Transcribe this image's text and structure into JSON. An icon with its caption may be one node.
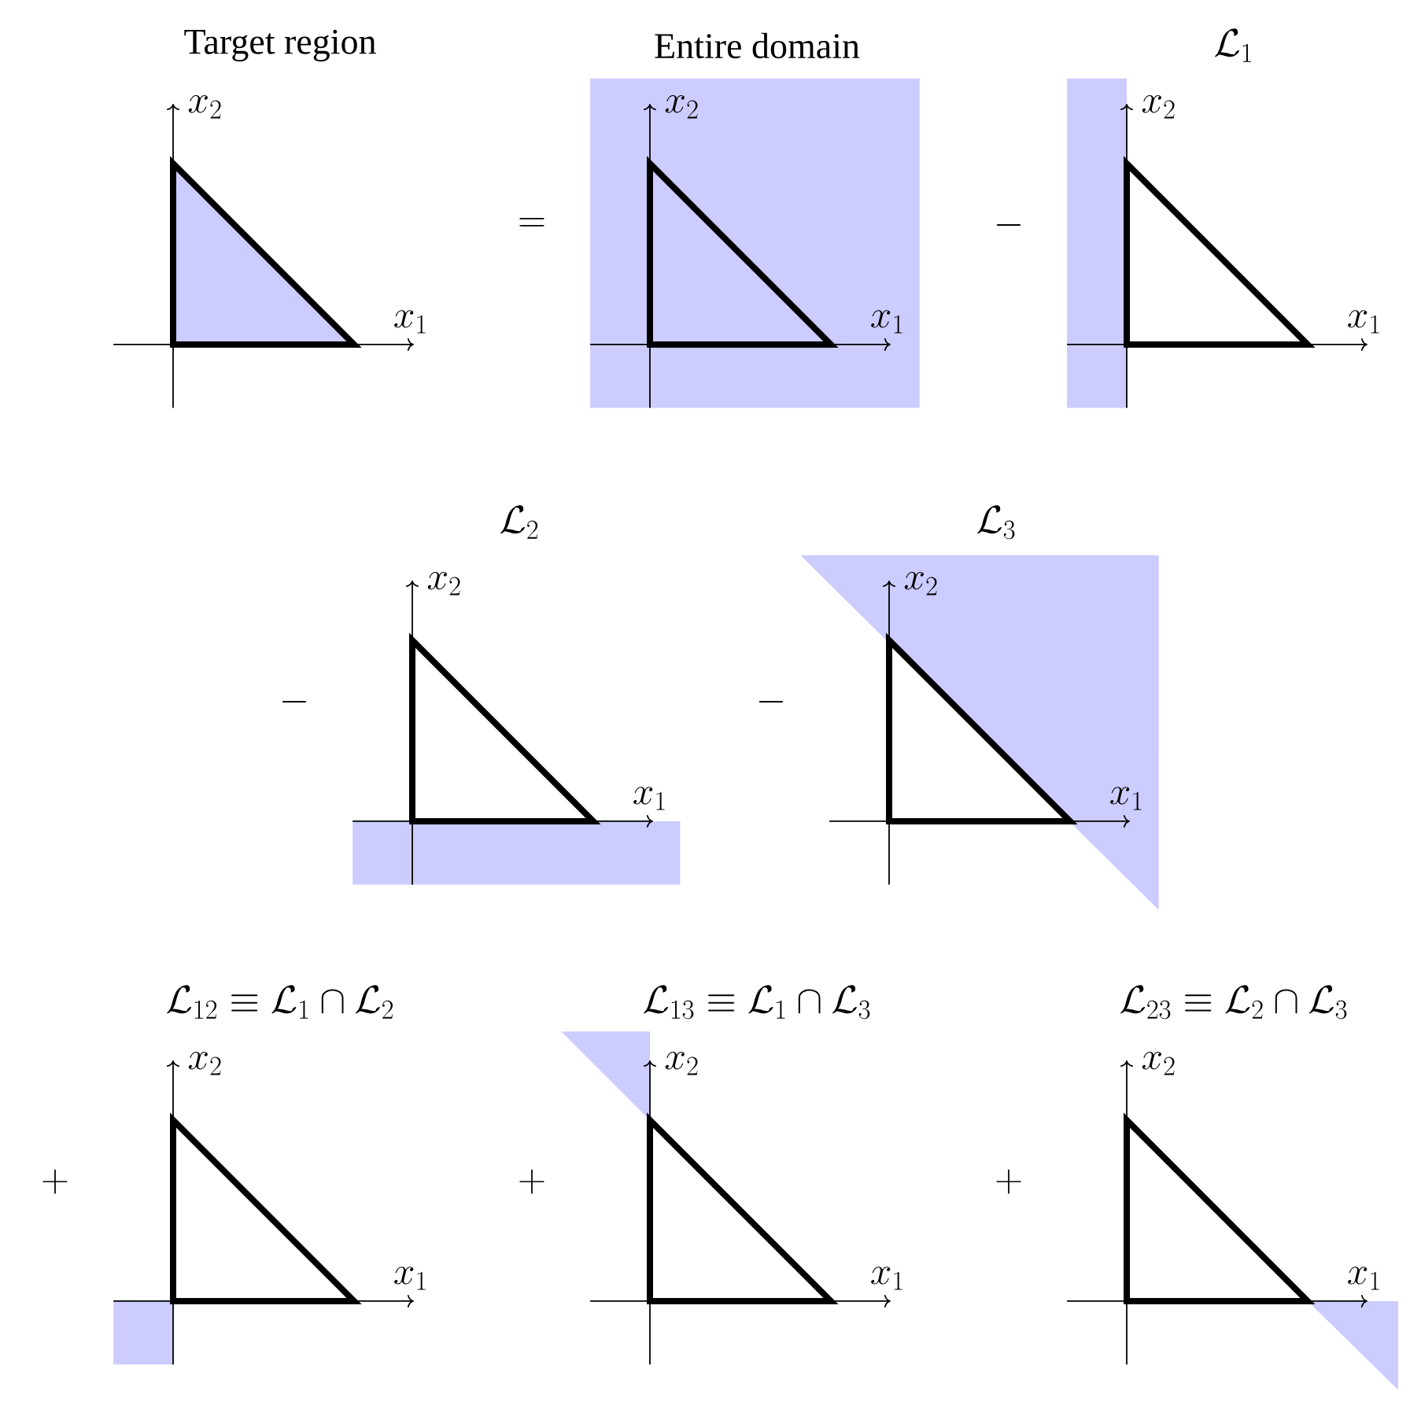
{
  "diagram": {
    "labels": [
      "Target region",
      "x_2",
      "x_1",
      "=",
      "Entire domain",
      "x_2",
      "x_1",
      "-",
      "\\mathcal{L}_1",
      "x_2",
      "x_1",
      "-",
      "\\mathcal{L}_2",
      "x_2",
      "x_1",
      "-",
      "\\mathcal{L}_3",
      "x_2",
      "x_1",
      "+",
      "\\mathcal{L}_{12} \\equiv \\mathcal{L}_1 \\cap \\mathcal{L}_2",
      "x_2",
      "x_1",
      "+",
      "\\mathcal{L}_{13} \\equiv \\mathcal{L}_1 \\cap \\mathcal{L}_3",
      "x_2",
      "x_1",
      "+",
      "\\mathcal{L}_{23} \\equiv \\mathcal{L}_2 \\cap \\mathcal{L}_3",
      "x_2",
      "x_1"
    ]
  }
}
